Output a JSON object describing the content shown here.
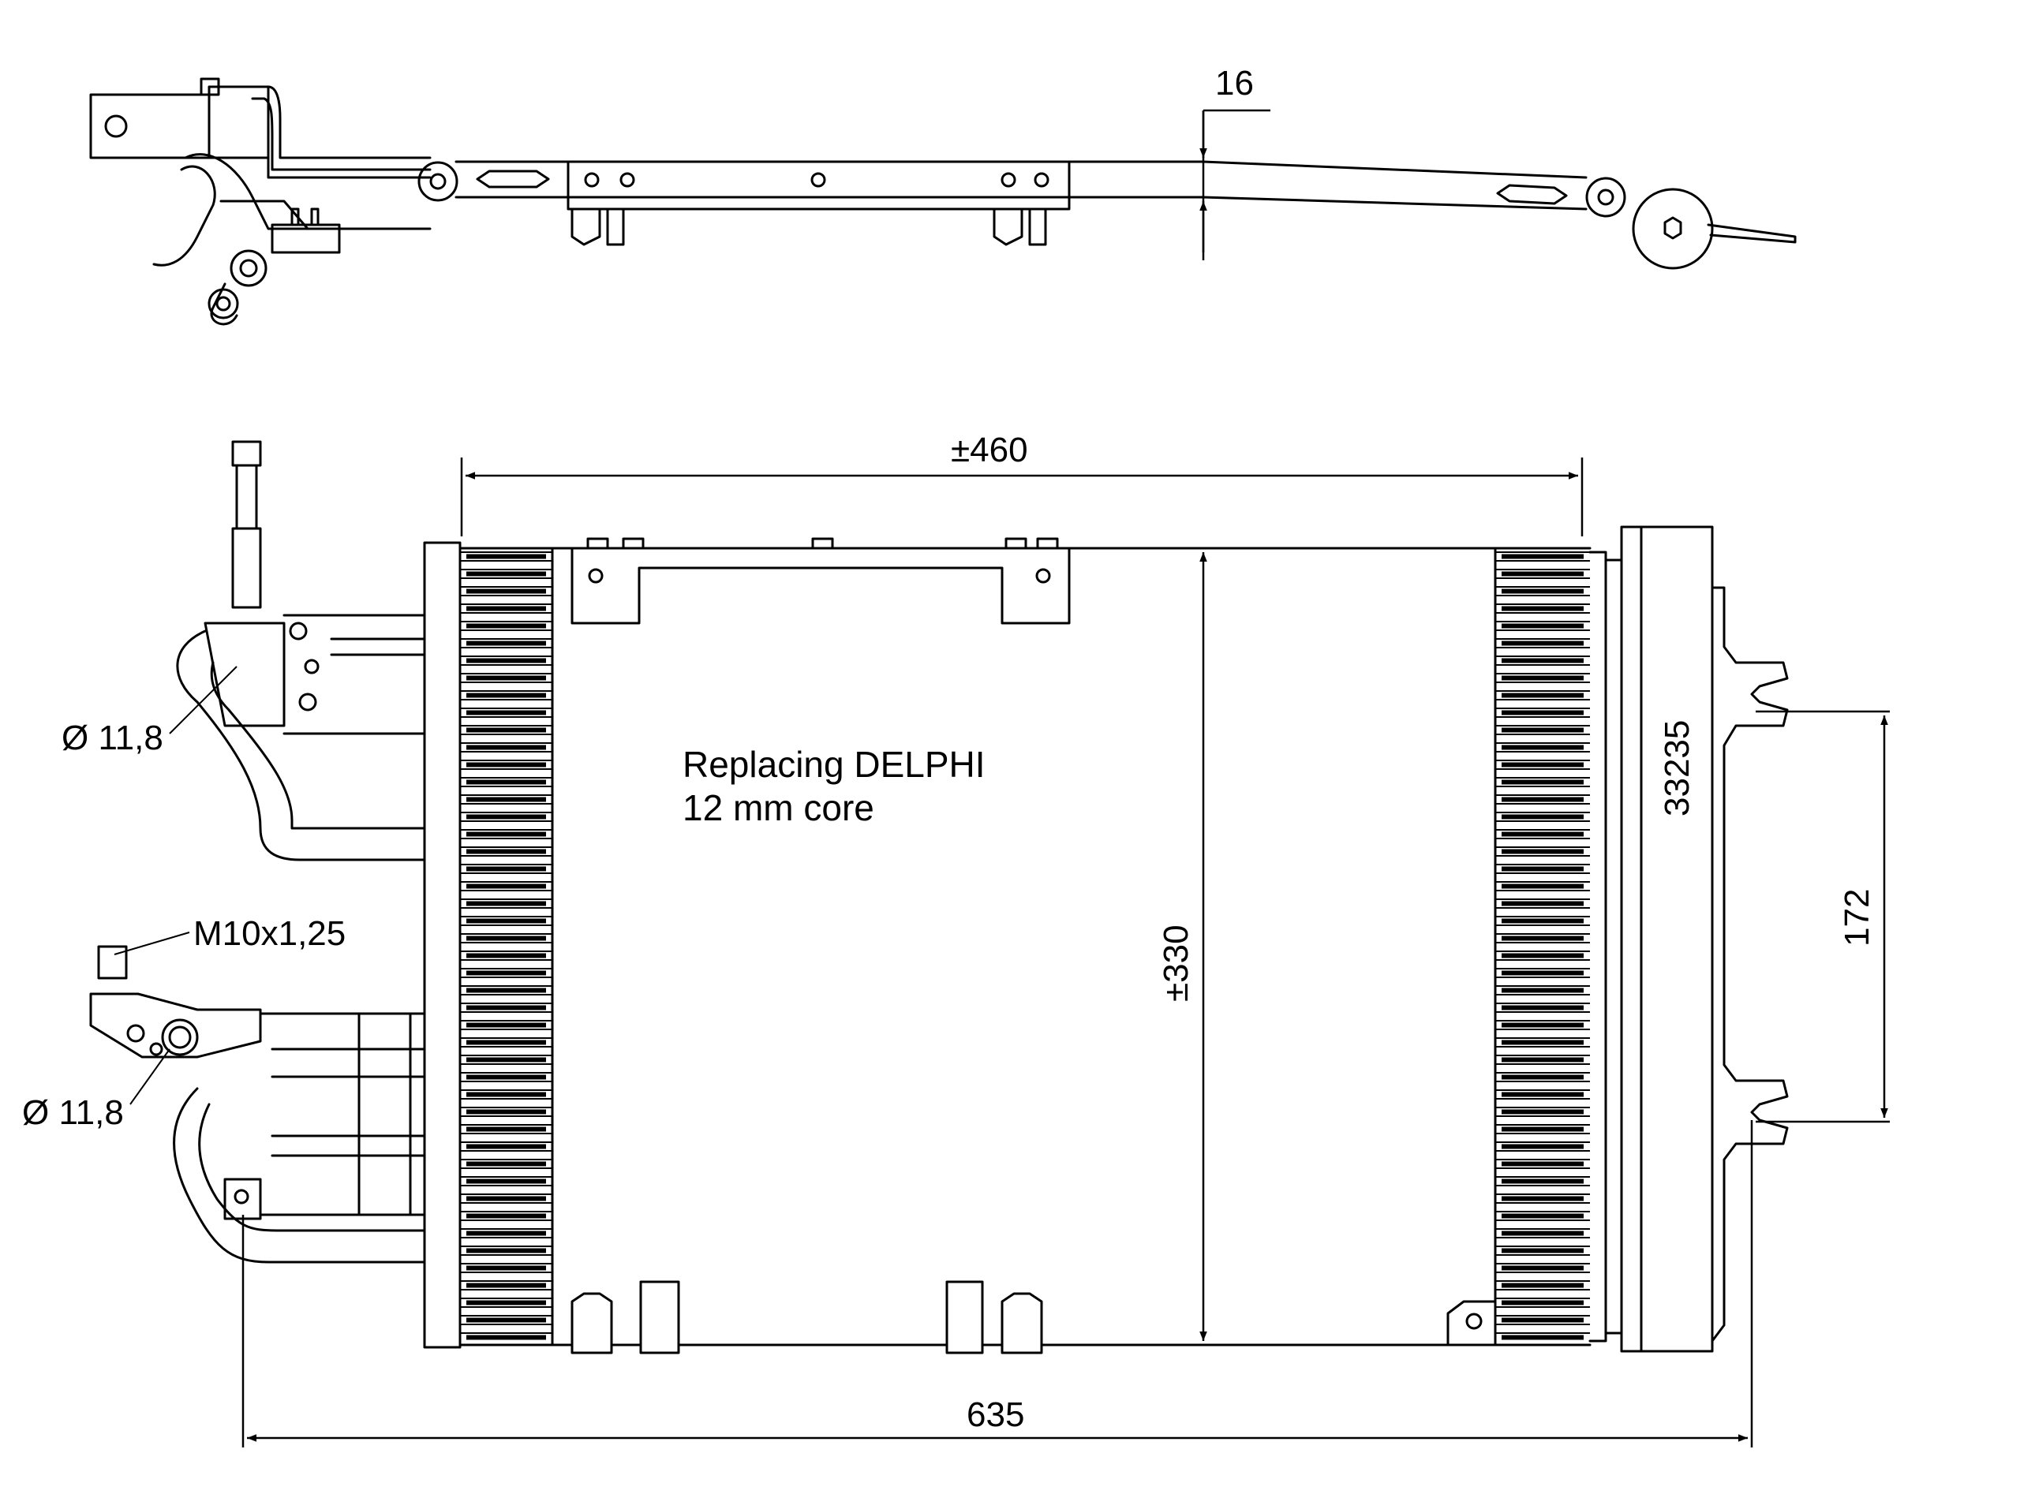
{
  "dimensions": {
    "top_thickness": "16",
    "width_core": "±460",
    "height_core": "±330",
    "overall_width": "635",
    "bracket_spacing": "172",
    "part_number": "33235",
    "inlet_diameter": "Ø 11,8",
    "outlet_diameter": "Ø 11,8",
    "service_port_thread": "M10x1,25"
  },
  "note": {
    "line1": "Replacing DELPHI",
    "line2": "12 mm core"
  }
}
